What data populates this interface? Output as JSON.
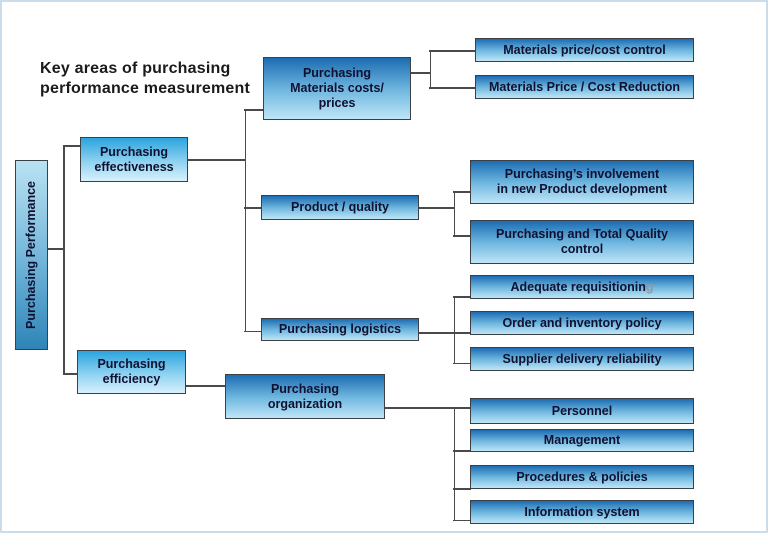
{
  "title": "Key areas of purchasing\nperformance measurement",
  "colors": {
    "dark_top": "#1C6CB2",
    "dark_mid": "#6FB7DF",
    "light_bottom": "#BEE5F7",
    "bright_top": "#2BA4DD",
    "bright_bottom": "#D8F1FC",
    "root_top": "#B9E2F3",
    "root_bottom": "#2E85B8",
    "border": "#3A4045",
    "line": "#4A4A4A",
    "text": "#101030",
    "title_text": "#1A1A1A",
    "frame": "#CBDCEA"
  },
  "boxes": [
    {
      "id": "root",
      "label": "Purchasing Performance"
    },
    {
      "id": "effectiveness",
      "label": "Purchasing\neffectiveness"
    },
    {
      "id": "efficiency",
      "label": "Purchasing\nefficiency"
    },
    {
      "id": "materials",
      "label": "Purchasing\nMaterials costs/\nprices"
    },
    {
      "id": "quality",
      "label": "Product / quality"
    },
    {
      "id": "logistics",
      "label": "Purchasing logistics"
    },
    {
      "id": "organization",
      "label": "Purchasing\norganization"
    },
    {
      "id": "control",
      "label": "Materials price/cost control"
    },
    {
      "id": "reduction",
      "label": "Materials Price / Cost Reduction"
    },
    {
      "id": "involvement",
      "label": "Purchasing’s involvement\nin new Product development"
    },
    {
      "id": "totalquality",
      "label": "Purchasing and Total Quality\ncontrol"
    },
    {
      "id": "adequate",
      "label": "Adequate requisitionin",
      "label_suffix_muted": "g"
    },
    {
      "id": "order",
      "label": "Order and inventory policy"
    },
    {
      "id": "supplier",
      "label": "Supplier delivery reliability"
    },
    {
      "id": "personnel",
      "label": "Personnel"
    },
    {
      "id": "management",
      "label": "Management"
    },
    {
      "id": "procedures",
      "label": "Procedures & policies"
    },
    {
      "id": "information",
      "label": "Information system"
    }
  ]
}
